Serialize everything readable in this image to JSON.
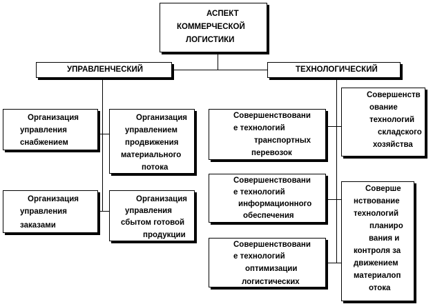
{
  "root": {
    "lines": [
      "АСПЕКТ",
      "КОММЕРЧЕСКОЙ",
      "ЛОГИСТИКИ"
    ]
  },
  "branches": {
    "left": "УПРАВЛЕНЧЕСКИЙ",
    "right": "ТЕХНОЛОГИЧЕСКИЙ"
  },
  "management": [
    {
      "lines": [
        "Организация",
        "управления",
        "снабжением"
      ]
    },
    {
      "lines": [
        "Организация",
        "управлением",
        "продвижения",
        "материального",
        "потока"
      ]
    },
    {
      "lines": [
        "Организация",
        "управления",
        "заказами"
      ]
    },
    {
      "lines": [
        "Организация",
        "управления",
        "сбытом готовой",
        "продукции"
      ]
    }
  ],
  "technology": [
    {
      "lines": [
        "Совершенствовани",
        "е технологий",
        "транспортных",
        "перевозок"
      ]
    },
    {
      "lines": [
        "Совершенствовани",
        "е технологий",
        "информационного",
        "обеспечения"
      ]
    },
    {
      "lines": [
        "Совершенствовани",
        "е технологий",
        "оптимизации",
        "логистических"
      ]
    },
    {
      "lines": [
        "Совершенств",
        "ование",
        "технологий",
        "складского",
        "хозяйства"
      ]
    },
    {
      "lines": [
        "Соверше",
        "нствование",
        "технологий",
        "планиро",
        "вания и",
        "контроля за",
        "движением",
        "материалоп",
        "отока"
      ]
    }
  ]
}
